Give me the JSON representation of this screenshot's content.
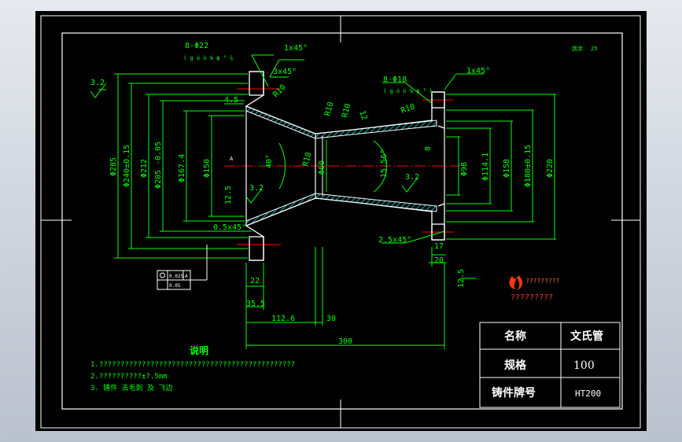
{
  "colors": {
    "background": "#000000",
    "border": "#ffffff",
    "dimension": "#00ff00",
    "centerline": "#ff0000",
    "part_outline": "#ffffff",
    "hatch": "#00ffff",
    "text": "#ffffff",
    "note_text": "#00ff00"
  },
  "drawing": {
    "roughness_other": "其余",
    "roughness_value": "25",
    "left_flange_holes": "8-Φ22",
    "left_flange_note": "ί g ό ϋ ℅ ϕ ° ¼",
    "right_flange_holes": "8-Φ18",
    "right_flange_note": "ί g ό ϋ ℅ ϕ ° ¼",
    "chamfer_1x45_left": "1x45°",
    "chamfer_1x45_right": "1x45°",
    "chamfer_3x45": "3x45°",
    "chamfer_05x45": "0.5x45°",
    "chamfer_25x45": "2.5x45°",
    "rough_32_a": "3.2",
    "rough_32_b": "3.2",
    "rough_32_c": "3.2",
    "rough_125": "12.5",
    "r10_a": "R10",
    "r10_b": "R10",
    "r10_c": "R10",
    "r10_d": "R10",
    "dim_45": "4.5",
    "dia_285": "Φ285",
    "dia_240": "Φ240±0.15",
    "dia_212": "Φ212",
    "dia_205": "Φ205 -0.05",
    "dia_1674": "Φ167.4",
    "dia_150": "Φ150",
    "dia_60": "Φ60",
    "dia_98": "Φ98",
    "dia_1141": "Φ114.1",
    "dia_158": "Φ158",
    "dia_180": "Φ180±0.15",
    "dia_220": "Φ220",
    "angle_40": "40°",
    "angle_1556": "15.56°",
    "angle_12": "12",
    "dim_8": "8",
    "dim_17": "17",
    "dim_20": "20",
    "dim_22": "22",
    "dim_355": "35.5",
    "dim_1126": "112.6",
    "dim_30": "30",
    "dim_300": "300",
    "dim_125_right": "12.5",
    "gdt_tol": "0.025",
    "gdt_datum": "A",
    "gdt_flat": "0.05",
    "datum_a": "A",
    "logo_text": "?????????",
    "logo_sub": "?????????"
  },
  "notes": {
    "title": "说明",
    "line1": "1.??????????????????????????????????????????????",
    "line2": "2.??????????±?.5mm",
    "line3": "3. 铸件 去毛刺 及 飞边"
  },
  "title_block": {
    "name_label": "名称",
    "name_value": "文氏管",
    "spec_label": "规格",
    "spec_value": "100",
    "material_label": "铸件牌号",
    "material_value": "HT200"
  }
}
